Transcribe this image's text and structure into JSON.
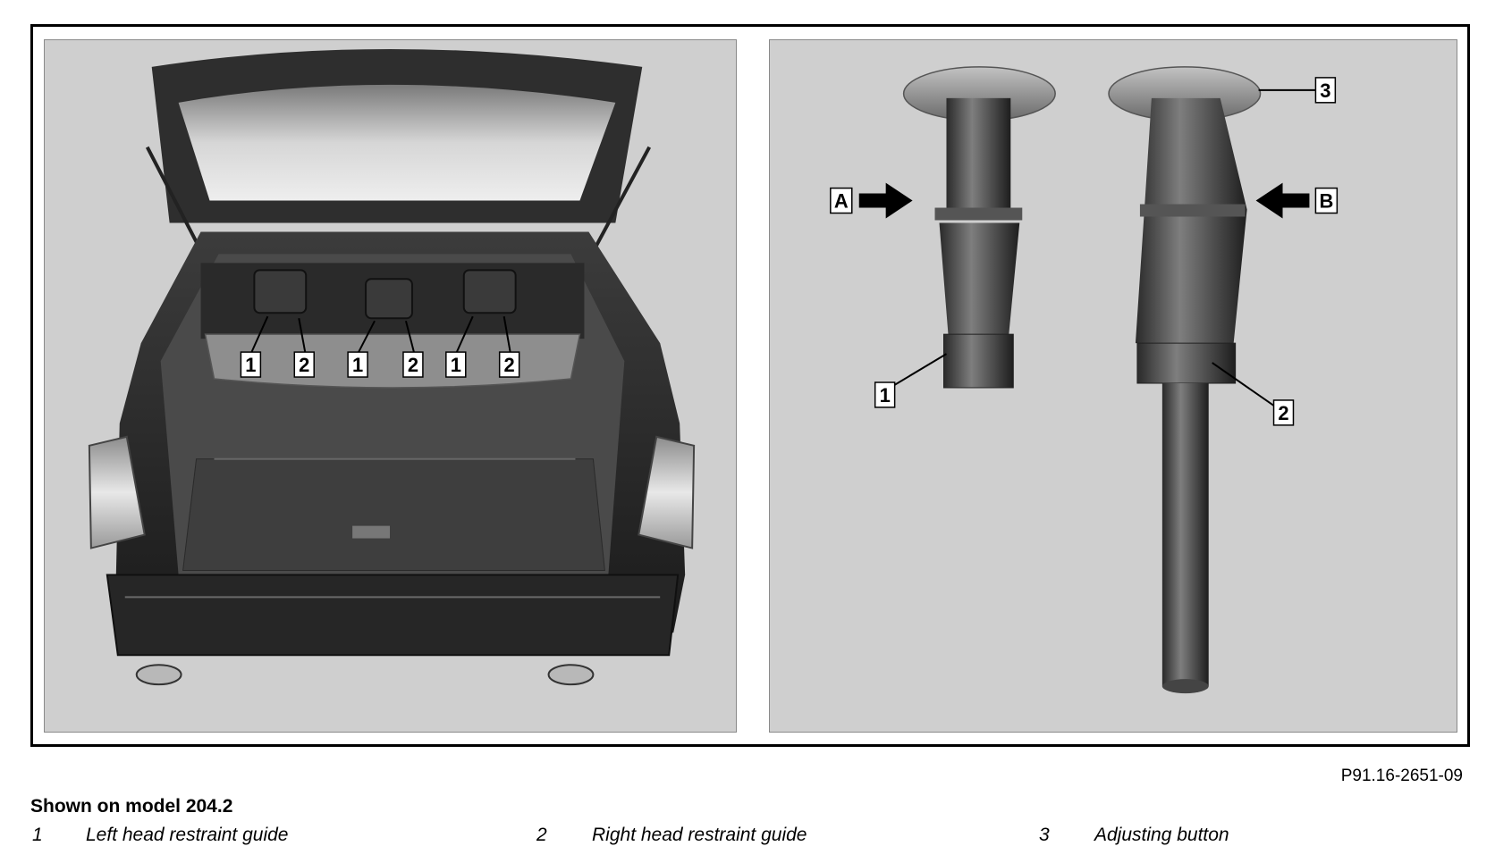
{
  "figure": {
    "left_callouts": [
      "1",
      "2",
      "1",
      "2",
      "1",
      "2"
    ],
    "right_callouts": {
      "arrow_a": "A",
      "arrow_b": "B",
      "part_1": "1",
      "part_2": "2",
      "part_3": "3"
    },
    "code": "P91.16-2651-09"
  },
  "caption": {
    "title": "Shown on model 204.2"
  },
  "legend": [
    {
      "num": "1",
      "text": "Left head restraint guide"
    },
    {
      "num": "2",
      "text": "Right head restraint guide"
    },
    {
      "num": "3",
      "text": "Adjusting button"
    }
  ]
}
